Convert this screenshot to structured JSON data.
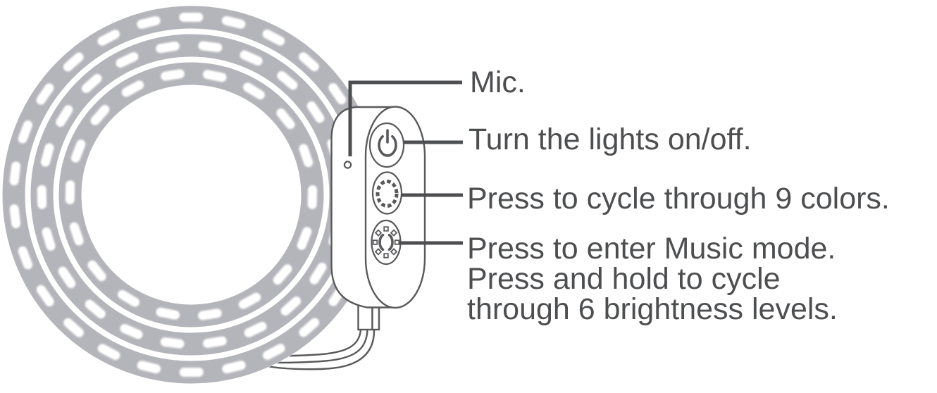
{
  "diagram": {
    "title_hint": "LED light strip controller callout diagram",
    "labels": {
      "mic": "Mic.",
      "power": "Turn the lights on/off.",
      "color_cycle": "Press to cycle through 9 colors.",
      "music_mode": "Press to enter Music mode.\nPress and hold to cycle\nthrough 6 brightness levels."
    },
    "icons": {
      "power": "power-icon",
      "color_cycle": "color-cycle-icon",
      "music_mode": "music-mode-brightness-icon",
      "mic": "mic-hole-icon"
    }
  },
  "colors": {
    "background": "#ffffff",
    "strip": "#b4b4bb",
    "led": "#ffffff",
    "outline": "#58595b",
    "line": "#4d4e50",
    "text": "#4d4e50"
  }
}
